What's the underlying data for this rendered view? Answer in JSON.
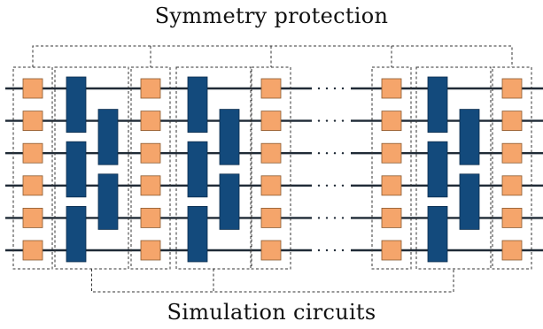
{
  "title_top": "Symmetry protection",
  "title_bottom": "Simulation circuits",
  "colors": {
    "wire": "#1f2a36",
    "single_qubit_gate": "#f5a56b",
    "single_qubit_gate_border": "#8a5a30",
    "two_qubit_gate": "#134a7c",
    "two_qubit_gate_border": "#0c2d4d",
    "dashed_box": "#333333"
  },
  "icons": {
    "ellipsis": "horizontal-dots"
  },
  "circuit": {
    "num_qubits": 6,
    "layers": [
      "symmetry-protection",
      "simulation",
      "symmetry-protection",
      "simulation",
      "symmetry-protection",
      "ellipsis",
      "symmetry-protection",
      "simulation",
      "symmetry-protection"
    ]
  }
}
